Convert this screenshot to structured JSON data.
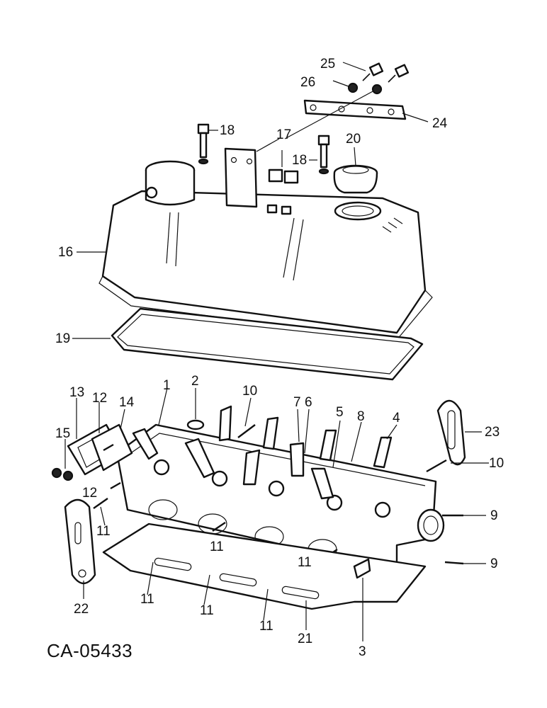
{
  "drawing_id": "CA-05433",
  "callouts": {
    "c1": "1",
    "c2": "2",
    "c3": "3",
    "c4": "4",
    "c5": "5",
    "c6": "6",
    "c7": "7",
    "c8": "8",
    "c9a": "9",
    "c9b": "9",
    "c10a": "10",
    "c10b": "10",
    "c11a": "11",
    "c11b": "11",
    "c11c": "11",
    "c11d": "11",
    "c11e": "11",
    "c11f": "11",
    "c12a": "12",
    "c12b": "12",
    "c13": "13",
    "c14": "14",
    "c15": "15",
    "c16": "16",
    "c17": "17",
    "c18a": "18",
    "c18b": "18",
    "c19": "19",
    "c20": "20",
    "c21": "21",
    "c22": "22",
    "c23": "23",
    "c24": "24",
    "c25": "25",
    "c26": "26"
  }
}
